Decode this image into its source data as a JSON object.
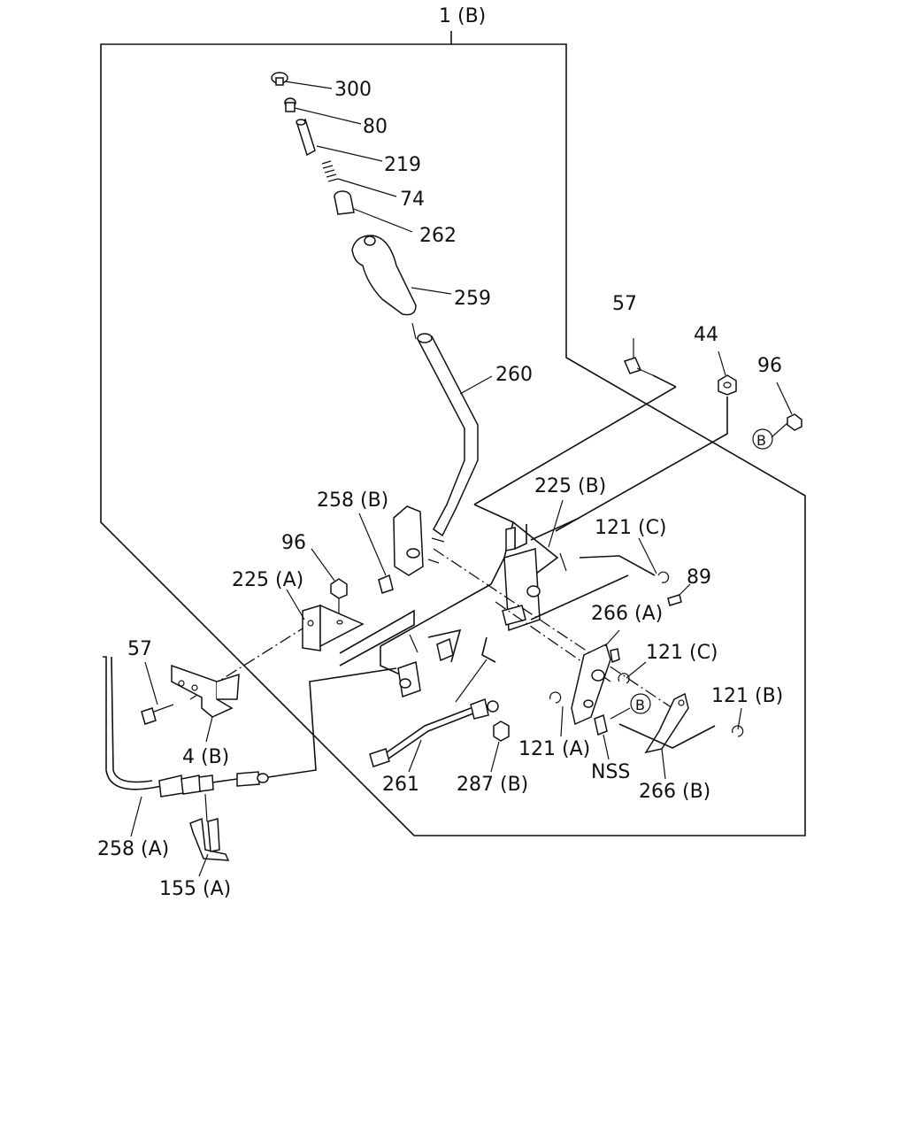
{
  "labels": {
    "l_1b": "1 (B)",
    "l_300": "300",
    "l_80": "80",
    "l_219": "219",
    "l_74": "74",
    "l_262": "262",
    "l_259": "259",
    "l_260": "260",
    "l_57_top": "57",
    "l_44": "44",
    "l_96_right": "96",
    "l_b_circle_top": "B",
    "l_225b": "225 (B)",
    "l_258b": "258 (B)",
    "l_121c_1": "121 (C)",
    "l_89": "89",
    "l_96_left": "96",
    "l_225a": "225 (A)",
    "l_266a": "266 (A)",
    "l_121c_2": "121 (C)",
    "l_57_left": "57",
    "l_121b": "121 (B)",
    "l_b_circle_mid": "B",
    "l_121a": "121 (A)",
    "l_nss": "NSS",
    "l_4b": "4 (B)",
    "l_261": "261",
    "l_287b": "287 (B)",
    "l_266b": "266 (B)",
    "l_258a": "258 (A)",
    "l_155a": "155 (A)"
  }
}
